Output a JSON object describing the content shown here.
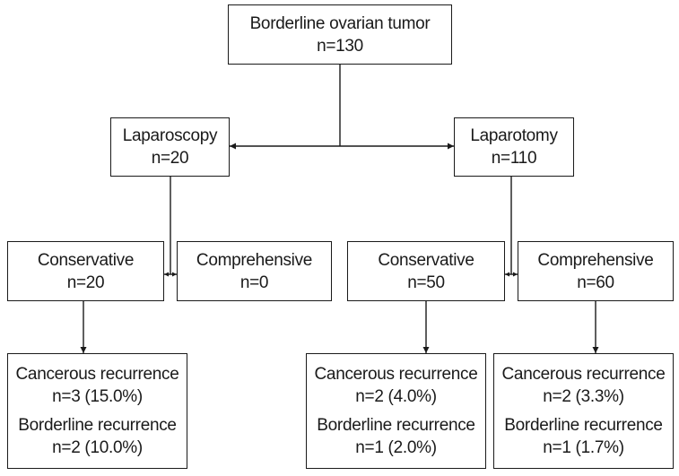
{
  "root": {
    "title": "Borderline ovarian tumor",
    "n": "n=130"
  },
  "laparoscopy": {
    "title": "Laparoscopy",
    "n": "n=20"
  },
  "laparotomy": {
    "title": "Laparotomy",
    "n": "n=110"
  },
  "scopy_conservative": {
    "title": "Conservative",
    "n": "n=20"
  },
  "scopy_comprehensive": {
    "title": "Comprehensive",
    "n": "n=0"
  },
  "tomy_conservative": {
    "title": "Conservative",
    "n": "n=50"
  },
  "tomy_comprehensive": {
    "title": "Comprehensive",
    "n": "n=60"
  },
  "outcome_scopy_conservative": {
    "cancer_label": "Cancerous recurrence",
    "cancer_n": "n=3 (15.0%)",
    "border_label": "Borderline recurrence",
    "border_n": "n=2 (10.0%)"
  },
  "outcome_tomy_conservative": {
    "cancer_label": "Cancerous recurrence",
    "cancer_n": "n=2 (4.0%)",
    "border_label": "Borderline recurrence",
    "border_n": "n=1 (2.0%)"
  },
  "outcome_tomy_comprehensive": {
    "cancer_label": "Cancerous recurrence",
    "cancer_n": "n=2 (3.3%)",
    "border_label": "Borderline recurrence",
    "border_n": "n=1 (1.7%)"
  }
}
